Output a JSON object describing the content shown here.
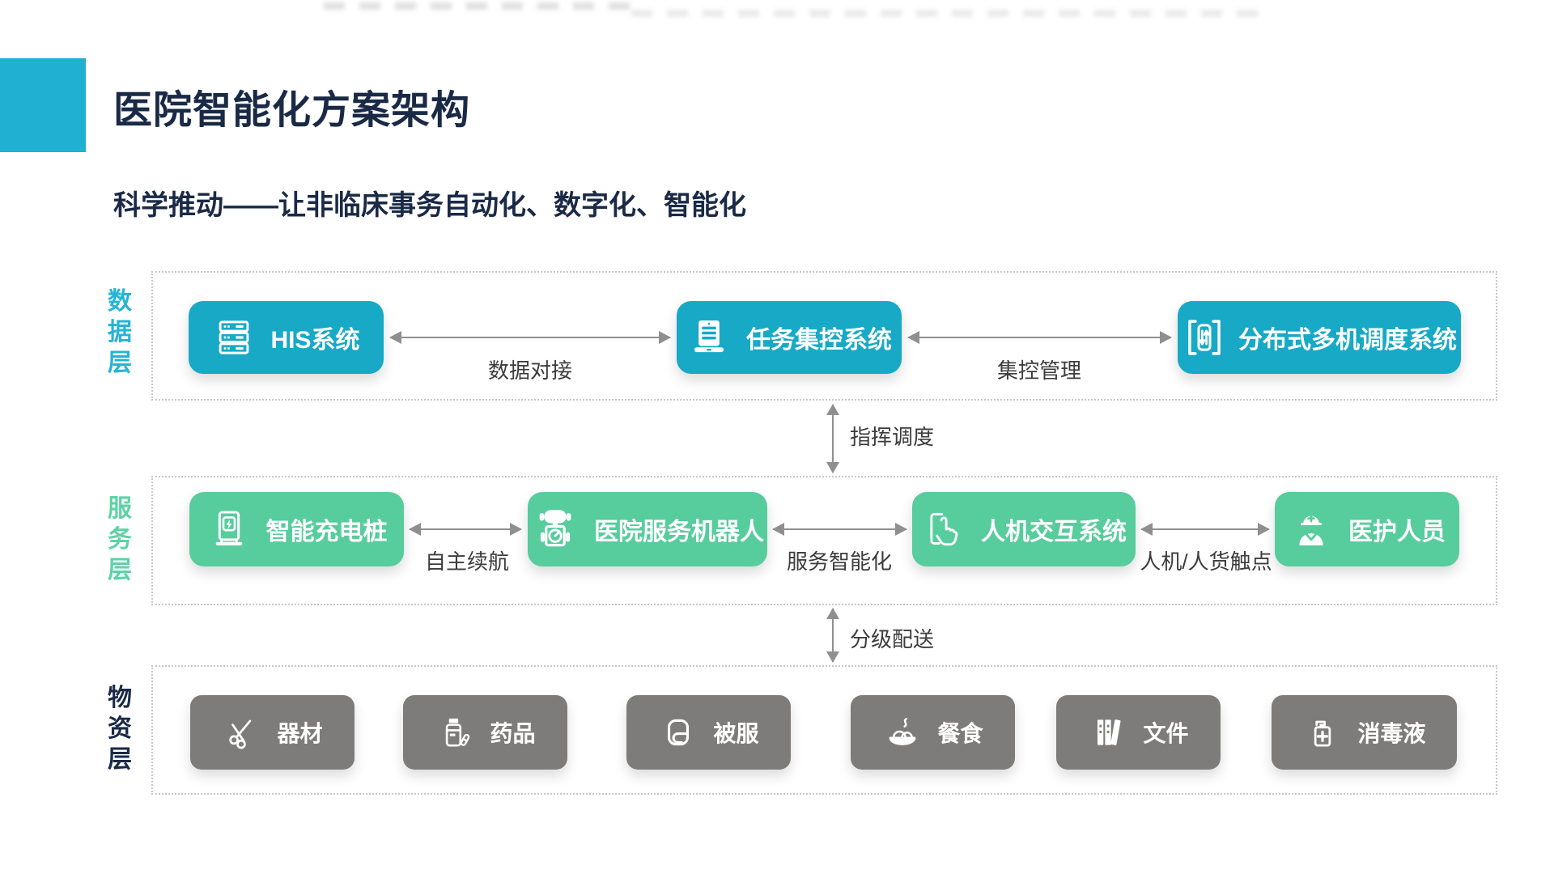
{
  "header": {
    "title": "医院智能化方案架构",
    "subtitle": "科学推动——让非临床事务自动化、数字化、智能化"
  },
  "colors": {
    "teal_box": "#17a9c6",
    "accent_square": "#1fb0d2",
    "green_box": "#57cc9d",
    "gray_box": "#7e7c7a",
    "navy_text": "#1a2a46",
    "arrow": "#8f8f8f",
    "dotted_border": "#c8c8c8"
  },
  "layers": {
    "data": {
      "label": "数据层",
      "nodes": [
        {
          "label": "HIS系统",
          "icon": "server-icon"
        },
        {
          "label": "任务集控系统",
          "icon": "laptop-icon"
        },
        {
          "label": "分布式多机调度系统",
          "icon": "dispatch-icon"
        }
      ],
      "connections": [
        {
          "label": "数据对接"
        },
        {
          "label": "集控管理"
        }
      ]
    },
    "service": {
      "label": "服务层",
      "nodes": [
        {
          "label": "智能充电桩",
          "icon": "charging-station-icon"
        },
        {
          "label": "医院服务机器人",
          "icon": "robot-icon"
        },
        {
          "label": "人机交互系统",
          "icon": "touch-interaction-icon"
        },
        {
          "label": "医护人员",
          "icon": "medical-staff-icon"
        }
      ],
      "connections": [
        {
          "label": "自主续航"
        },
        {
          "label": "服务智能化"
        },
        {
          "label": "人机/人货触点"
        }
      ]
    },
    "material": {
      "label": "物资层",
      "nodes": [
        {
          "label": "器材",
          "icon": "scissors-icon"
        },
        {
          "label": "药品",
          "icon": "medicine-bottle-icon"
        },
        {
          "label": "被服",
          "icon": "linen-icon"
        },
        {
          "label": "餐食",
          "icon": "meal-icon"
        },
        {
          "label": "文件",
          "icon": "documents-icon"
        },
        {
          "label": "消毒液",
          "icon": "sanitizer-icon"
        }
      ]
    }
  },
  "inter_layer_arrows": [
    {
      "label": "指挥调度"
    },
    {
      "label": "分级配送"
    }
  ]
}
